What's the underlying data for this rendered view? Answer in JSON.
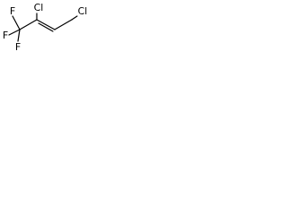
{
  "structure": {
    "atoms": {
      "cl_upper": "Cl",
      "cl_right": "Cl",
      "f_top": "F",
      "f_left": "F",
      "f_bottom": "F"
    },
    "colors": {
      "bond": "#000000",
      "text": "#000000",
      "background": "#ffffff"
    }
  }
}
